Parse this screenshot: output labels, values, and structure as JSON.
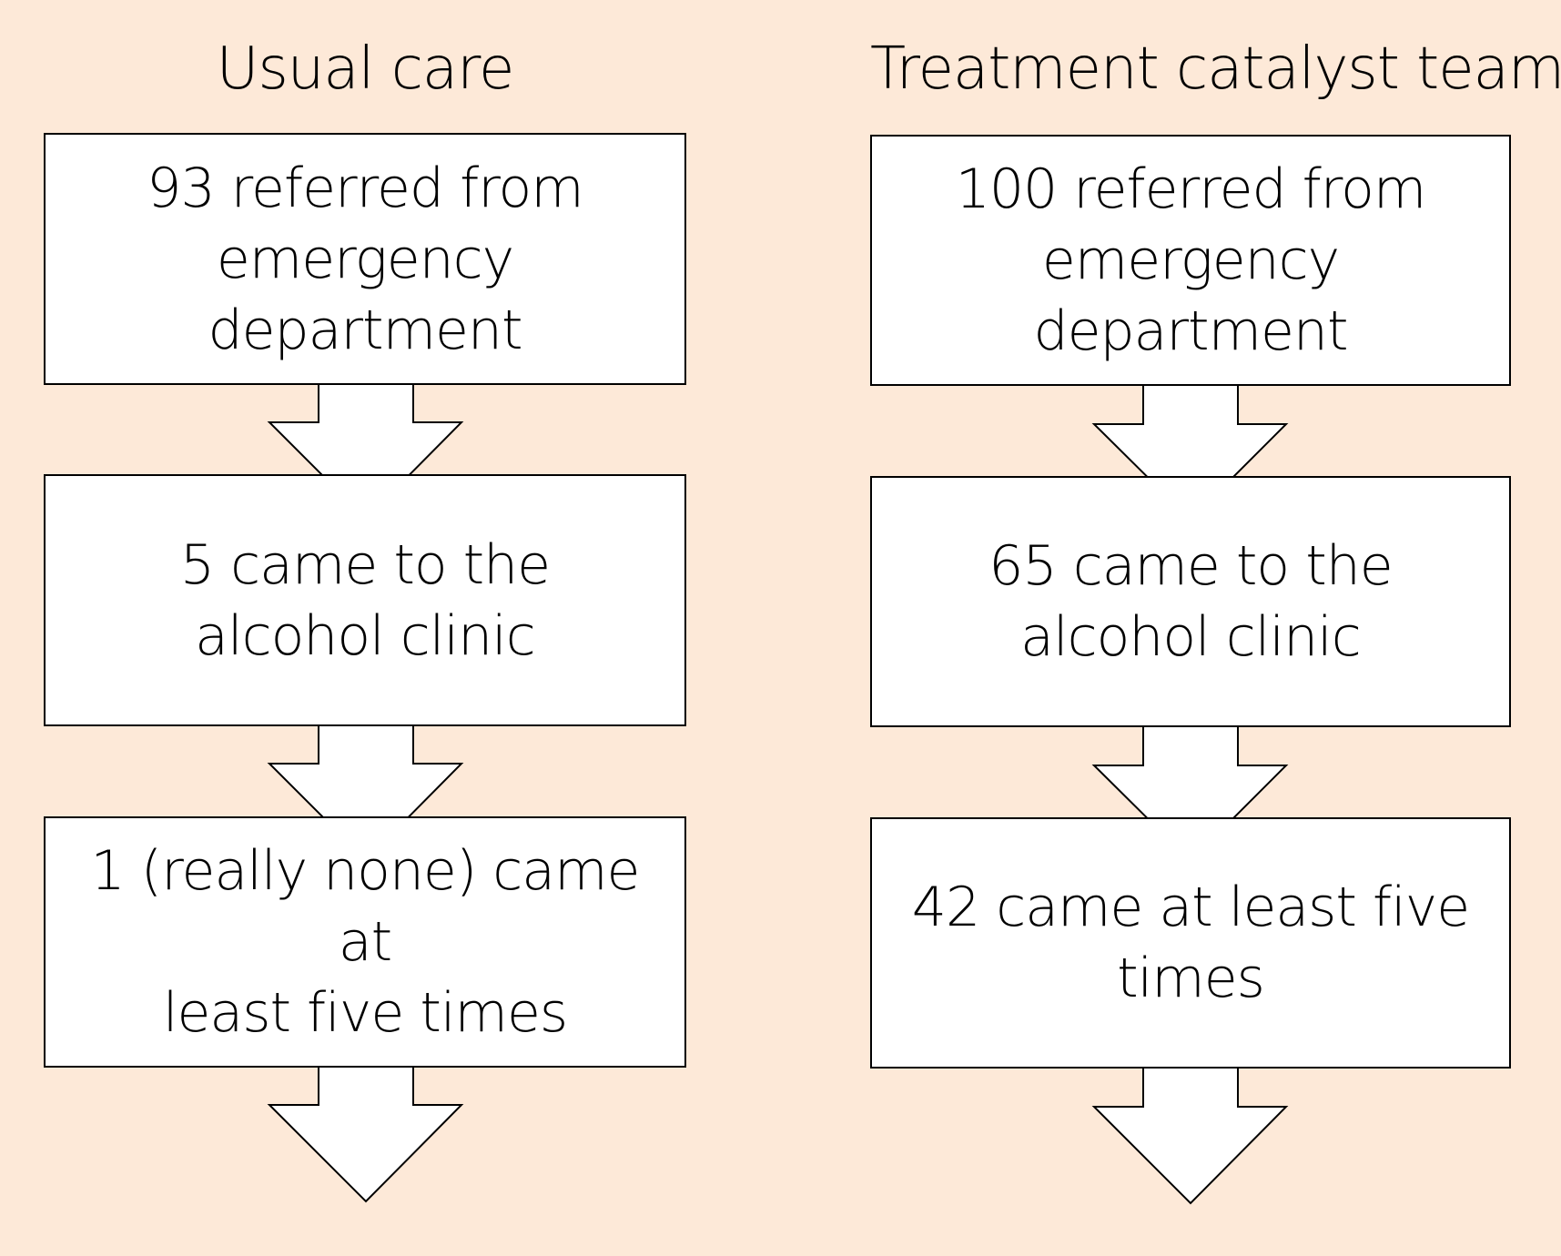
{
  "background_color": "#fde9d8",
  "box_fill": "#ffffff",
  "columns": [
    {
      "title": "Usual care",
      "steps": [
        {
          "line1": "93 referred from",
          "line2": "emergency department"
        },
        {
          "line1": "5 came to the",
          "line2": "alcohol clinic"
        },
        {
          "line1": "1 (really none) came at",
          "line2": "least five times"
        }
      ]
    },
    {
      "title": "Treatment catalyst teams",
      "steps": [
        {
          "line1": "100 referred from",
          "line2": "emergency department"
        },
        {
          "line1": "65 came to the",
          "line2": "alcohol clinic"
        },
        {
          "line1": "42 came at least five",
          "line2": "times"
        }
      ]
    }
  ]
}
